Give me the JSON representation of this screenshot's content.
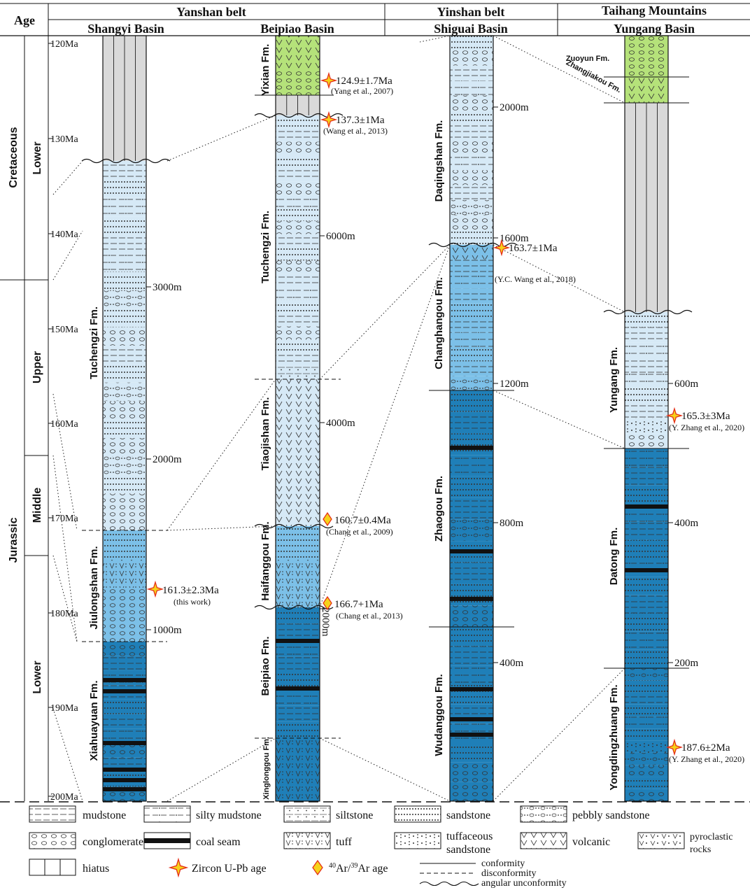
{
  "header": {
    "age": "Age",
    "belts": [
      {
        "name": "Yanshan belt",
        "basins": [
          "Shangyi Basin",
          "Beipiao Basin"
        ]
      },
      {
        "name": "Yinshan belt",
        "basins": [
          "Shiguai Basin"
        ]
      },
      {
        "name": "Taihang Mountains",
        "basins": [
          "Yungang Basin"
        ]
      }
    ]
  },
  "age_scale": {
    "ticks": [
      "120Ma",
      "130Ma",
      "140Ma",
      "150Ma",
      "160Ma",
      "170Ma",
      "180Ma",
      "190Ma",
      "200Ma"
    ],
    "periods": [
      "Cretaceous",
      "Jurassic"
    ],
    "epochs": [
      "Lower",
      "Upper",
      "Middle",
      "Lower"
    ]
  },
  "columns": {
    "shangyi": {
      "formations": [
        "Tuchengzi Fm.",
        "Jiulongshan Fm.",
        "Xiahuayuan Fm."
      ],
      "depths": [
        "3000m",
        "2000m",
        "1000m"
      ],
      "dates": [
        {
          "value": "161.3±2.3Ma",
          "ref": "(this work)",
          "method": "zircon"
        }
      ]
    },
    "beipiao": {
      "formations": [
        "Yixian Fm.",
        "Tuchengzi Fm.",
        "Tiaojishan Fm.",
        "Haifanggou Fm.",
        "Beipiao Fm.",
        "Xinglonggou Fm."
      ],
      "depths": [
        "6000m",
        "4000m",
        "2000m"
      ],
      "dates": [
        {
          "value": "124.9±1.7Ma",
          "ref": "(Yang et al., 2007)",
          "method": "zircon"
        },
        {
          "value": "137.3±1Ma",
          "ref": "(Wang et al., 2013)",
          "method": "zircon"
        },
        {
          "value": "160.7±0.4Ma",
          "ref": "(Chang et al., 2009)",
          "method": "ar"
        },
        {
          "value": "166.7+1Ma",
          "ref": "(Chang et al., 2013)",
          "method": "ar"
        }
      ]
    },
    "shiguai": {
      "formations": [
        "Daqingshan Fm.",
        "Changhangou Fm.",
        "Zhaogou Fm.",
        "Wudanggou Fm."
      ],
      "depths": [
        "2000m",
        "1600m",
        "1200m",
        "800m",
        "400m"
      ],
      "dates": [
        {
          "value": "163.7±1Ma",
          "ref": "(Y.C. Wang et al., 2018)",
          "method": "zircon"
        }
      ]
    },
    "yungang": {
      "formations": [
        "Zuoyun Fm.",
        "Zhangjiakou Fm.",
        "Yungang Fm.",
        "Datong Fm.",
        "Yongdingzhuang Fm."
      ],
      "depths": [
        "600m",
        "400m",
        "200m"
      ],
      "dates": [
        {
          "value": "165.3±3Ma",
          "ref": "(Y. Zhang et al., 2020)",
          "method": "zircon"
        },
        {
          "value": "187.6±2Ma",
          "ref": "(Y. Zhang et al., 2020)",
          "method": "zircon"
        }
      ]
    }
  },
  "legend": {
    "mudstone": "mudstone",
    "silty_mudstone": "silty mudstone",
    "siltstone": "siltstone",
    "sandstone": "sandstone",
    "pebbly_sandstone": "pebbly sandstone",
    "conglomerate": "conglomerate",
    "coal_seam": "coal seam",
    "tuff": "tuff",
    "tuffaceous_1": "tuffaceous",
    "tuffaceous_2": "sandstone",
    "volcanic": "volcanic",
    "pyroclastic_1": "pyroclastic",
    "pyroclastic_2": "rocks",
    "hiatus": "hiatus",
    "zircon": "Zircon U-Pb age",
    "ar_sup": "40",
    "ar_mid": "Ar/",
    "ar_sup2": "39",
    "ar_end": "Ar age",
    "conformity": "conformity",
    "disconformity": "disconformity",
    "angular": "angular unconformity"
  },
  "colors": {
    "green": "#b5e27a",
    "light_blue": "#d6e9f6",
    "mid_blue": "#7cc0e8",
    "dark_blue": "#1f7fb8",
    "hiatus_gray": "#d9d9d9",
    "zircon_star": "#f6d21a",
    "zircon_outline": "#e53018"
  }
}
